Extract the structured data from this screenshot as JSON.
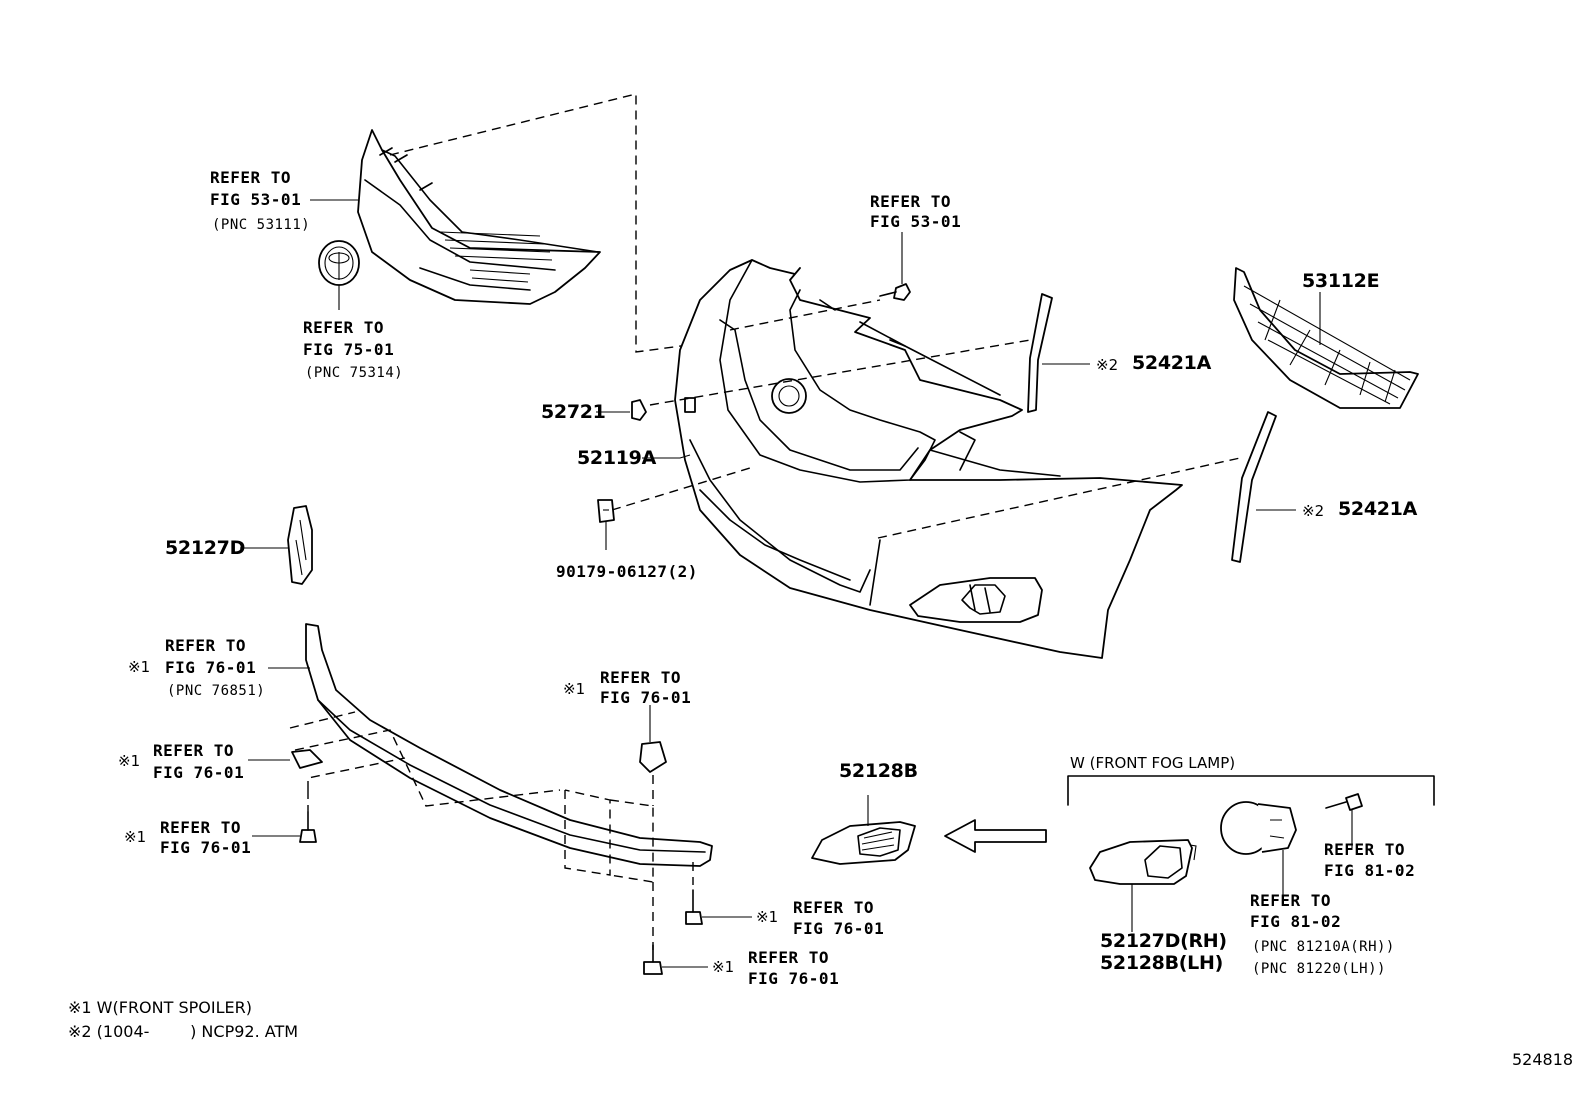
{
  "labels": {
    "grille_ref_line1": "REFER TO",
    "grille_ref_line2": "FIG 53-01",
    "grille_pnc": "(PNC 53111)",
    "emblem_ref_line1": "REFER TO",
    "emblem_ref_line2": "FIG 75-01",
    "emblem_pnc": "(PNC 75314)",
    "bolt_top_ref_line1": "REFER TO",
    "bolt_top_ref_line2": "FIG 53-01",
    "p53112e": "53112E",
    "p52421a_upper": "52421A",
    "p52421a_lower": "52421A",
    "mark2_upper": "※2",
    "mark2_lower": "※2",
    "p52721": "52721",
    "p52119a": "52119A",
    "p52127d": "52127D",
    "p90179": "90179-06127(2)",
    "spoiler_mark": "※1",
    "spoiler_ref_line1": "REFER TO",
    "spoiler_ref_line2": "FIG 76-01",
    "spoiler_pnc": "(PNC 76851)",
    "clip_left_mark": "※1",
    "clip_left_ref_line1": "REFER TO",
    "clip_left_ref_line2": "FIG 76-01",
    "screw_left_mark": "※1",
    "screw_left_ref_line1": "REFER TO",
    "screw_left_ref_line2": "FIG 76-01",
    "clip_right_mark": "※1",
    "clip_right_ref_line1": "REFER TO",
    "clip_right_ref_line2": "FIG 76-01",
    "screw_mid_mark": "※1",
    "screw_mid_ref_line1": "REFER TO",
    "screw_mid_ref_line2": "FIG 76-01",
    "screw_low_mark": "※1",
    "screw_low_ref_line1": "REFER TO",
    "screw_low_ref_line2": "FIG 76-01",
    "p52128b": "52128B",
    "fog_group_title": "W (FRONT FOG LAMP)",
    "fog_screw_ref_line1": "REFER TO",
    "fog_screw_ref_line2": "FIG 81-02",
    "fog_lamp_ref_line1": "REFER TO",
    "fog_lamp_ref_line2": "FIG 81-02",
    "fog_lamp_pnc_rh": "(PNC 81210A(RH))",
    "fog_lamp_pnc_lh": "(PNC 81220(LH))",
    "p52127d_rh": "52127D(RH)",
    "p52128b_lh": "52128B(LH)"
  },
  "notes": {
    "note1": "※1 W(FRONT SPOILER)",
    "note2": "※2 (1004-        ) NCP92. ATM"
  },
  "figure_id": "524818"
}
